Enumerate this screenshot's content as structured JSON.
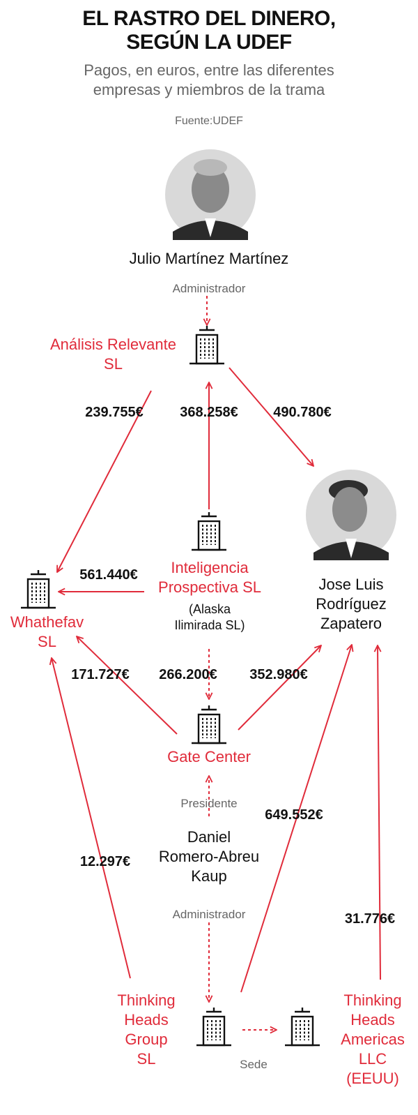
{
  "header": {
    "title": "EL RASTRO DEL DINERO,\nSEGÚN LA UDEF",
    "subtitle": "Pagos, en euros, entre las diferentes\nempresas y miembros de la trama",
    "source": "Fuente:UDEF"
  },
  "people": {
    "julio": {
      "name": "Julio Martínez Martínez",
      "icon": "portrait-photo"
    },
    "zapatero": {
      "name": "Jose Luis\nRodríguez\nZapatero",
      "icon": "portrait-photo"
    },
    "daniel": {
      "name": "Daniel\nRomero-Abreu\nKaup"
    }
  },
  "companies": {
    "analisis": {
      "name": "Análisis Relevante\nSL",
      "icon": "building-icon"
    },
    "inteligencia": {
      "name": "Inteligencia\nProspectiva SL",
      "note": "(Alaska\nIlimirada SL)",
      "icon": "building-icon"
    },
    "whathefav": {
      "name": "Whathefav\nSL",
      "icon": "building-icon"
    },
    "gate": {
      "name": "Gate Center",
      "icon": "building-icon"
    },
    "thinking_group": {
      "name": "Thinking\nHeads\nGroup\nSL",
      "icon": "building-icon"
    },
    "thinking_americas": {
      "name": "Thinking\nHeads\nAmericas\nLLC\n(EEUU)",
      "icon": "building-icon"
    }
  },
  "relations": {
    "julio_admin": "Administrador",
    "daniel_president": "Presidente",
    "daniel_admin": "Administrador",
    "sede": "Sede"
  },
  "payments": {
    "analisis_to_whathefav": "239.755€",
    "inteligencia_to_analisis": "368.258€",
    "analisis_to_zapatero": "490.780€",
    "inteligencia_to_whathefav": "561.440€",
    "gate_to_whathefav": "171.727€",
    "inteligencia_to_gate": "266.200€",
    "gate_to_zapatero": "352.980€",
    "thinking_group_to_zapatero": "649.552€",
    "thinking_group_to_whathefav": "12.297€",
    "thinking_americas_to_zapatero": "31.776€"
  },
  "colors": {
    "accent": "#e02b3a",
    "text": "#111111",
    "muted": "#666666",
    "portrait_bg": "#d9d9d9"
  }
}
